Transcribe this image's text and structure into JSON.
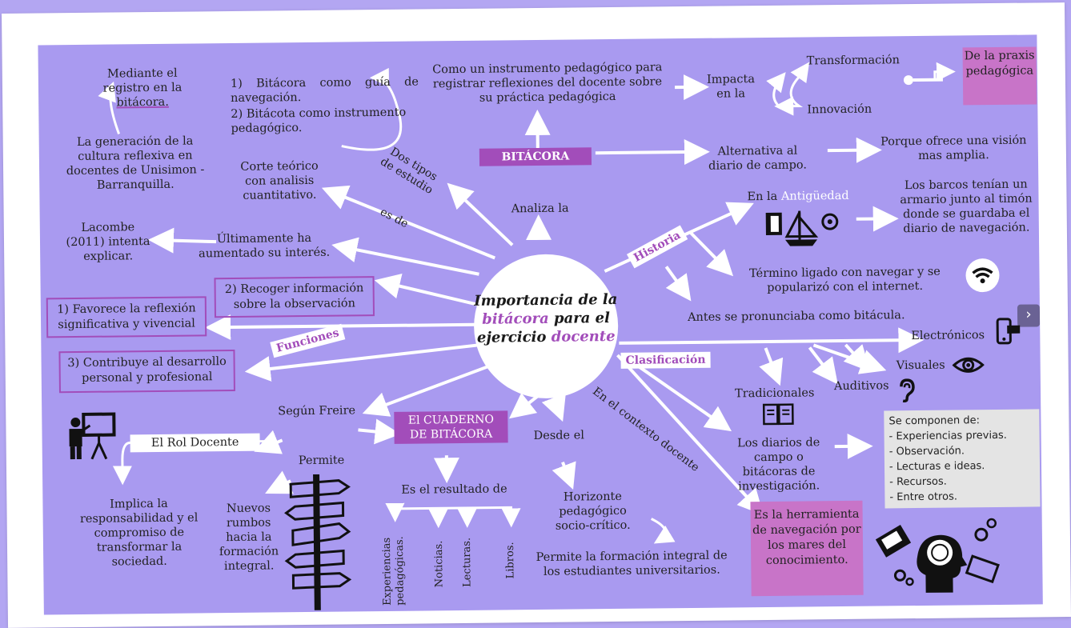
{
  "center": {
    "l1": "Importancia de la",
    "l2a": "bitácora",
    "l2b": " para el",
    "l3a": "ejercicio ",
    "l3b": "docente"
  },
  "top": {
    "instrument": "Como un instrumento pedagógico para registrar reflexiones del docente sobre su práctica pedagógica",
    "impacta": "Impacta en la",
    "transformacion": "Transformación",
    "innovacion": "Innovación",
    "praxis": "De la praxis pedagógica",
    "bitacora": "BITÁCORA",
    "alternativa": "Alternativa al diario de campo.",
    "porque": "Porque ofrece una visión mas amplia.",
    "analiza": "Analiza la"
  },
  "left": {
    "mediante": "Mediante el registro en la",
    "mediante_u": "bitácora.",
    "generacion": "La generación de la cultura reflexiva en docentes de Unisimon - Barranquilla.",
    "lacombe": "Lacombe (2011) intenta explicar.",
    "ultimamente": "Últimamente ha aumentado su interés.",
    "tipos1": "1) Bitácora como guía de navegación.",
    "tipos2": "2) Bitácota como instrumento pedagógico.",
    "corte": "Corte teórico con analisis cuantitativo.",
    "dos_tipos": "Dos tipos de estudio",
    "es_de": "es de"
  },
  "funciones": {
    "label": "Funciones",
    "f1": "1) Favorece la reflexión significativa y vivencial",
    "f2": "2) Recoger información sobre la observación",
    "f3": "3) Contribuye al desarrollo personal y profesional"
  },
  "historia": {
    "label": "Historia",
    "antiguedad_a": "En la ",
    "antiguedad_b": "Antigüedad",
    "barcos": "Los barcos tenían un armario junto al timón donde se guardaba el diario de navegación.",
    "termino": "Término ligado con navegar y se popularizó con el internet.",
    "antes": "Antes se pronunciaba como bitácula."
  },
  "clasificacion": {
    "label": "Clasificación",
    "electronicos": "Electrónicos",
    "visuales": "Visuales",
    "auditivos": "Auditivos",
    "tradicionales": "Tradicionales",
    "diarios": "Los diarios de campo o bitácoras de investigación.",
    "se_componen": [
      "Se componen de:",
      "- Experiencias previas.",
      "- Observación.",
      "- Lecturas e ideas.",
      "- Recursos.",
      "- Entre otros."
    ]
  },
  "contexto": {
    "label": "En el contexto docente",
    "herramienta": "Es la herramienta de navegación por los mares del conocimiento."
  },
  "cuaderno": {
    "label": "El CUADERNO DE BITÁCORA",
    "resultado": "Es el resultado de",
    "items": [
      "Experiencias pedagógicas.",
      "Noticias.",
      "Lecturas.",
      "Libros."
    ],
    "permite": "Permite",
    "nuevos": "Nuevos rumbos hacia la formación integral.",
    "desde": "Desde el",
    "horizonte": "Horizonte pedagógico socio-crítico.",
    "formacion": "Permite la formación integral de los estudiantes universitarios."
  },
  "rol": {
    "segun": "Según Freire",
    "label": "El Rol Docente",
    "implica": "Implica la responsabilidad y el compromiso de transformar la sociedad."
  },
  "ui": {
    "next": "›"
  },
  "colors": {
    "background": "#a99af0",
    "accent": "#a24dba",
    "page": "#b3a6f2"
  }
}
